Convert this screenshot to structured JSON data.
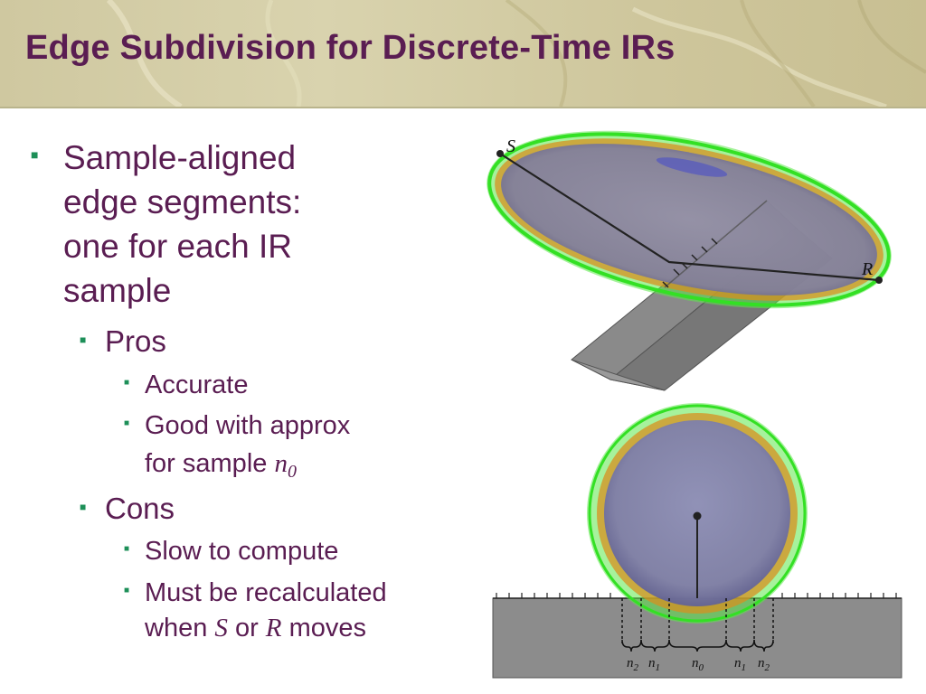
{
  "slide": {
    "title": "Edge Subdivision for Discrete-Time IRs",
    "bullets": {
      "main": [
        "Sample-aligned",
        "edge segments:",
        "one for each IR",
        "sample"
      ],
      "pros_label": "Pros",
      "pros_items": {
        "accurate": "Accurate",
        "good_line1": "Good with approx",
        "good_line2_prefix": "for sample ",
        "good_var": "n",
        "good_sub": "0"
      },
      "cons_label": "Cons",
      "cons_items": {
        "slow": "Slow to compute",
        "recalc_line1": "Must be recalculated",
        "recalc_prefix": "when ",
        "recalc_S": "S",
        "recalc_or": " or ",
        "recalc_R": "R",
        "recalc_suffix": " moves"
      }
    }
  },
  "figure": {
    "top": {
      "source_label": "S",
      "receiver_label": "R"
    },
    "bottom": {
      "segment_labels": [
        {
          "n": "n",
          "sub": "2"
        },
        {
          "n": "n",
          "sub": "1"
        },
        {
          "n": "n",
          "sub": "0"
        },
        {
          "n": "n",
          "sub": "1"
        },
        {
          "n": "n",
          "sub": "2"
        }
      ]
    },
    "colors": {
      "ring_green": "#33e024",
      "ring_orange": "#d79020",
      "disk_blue": "#7e82b8",
      "wedge_gray": "#7f7f7f",
      "title_purple": "#5a1d52",
      "bullet_green": "#1d8f58"
    }
  }
}
